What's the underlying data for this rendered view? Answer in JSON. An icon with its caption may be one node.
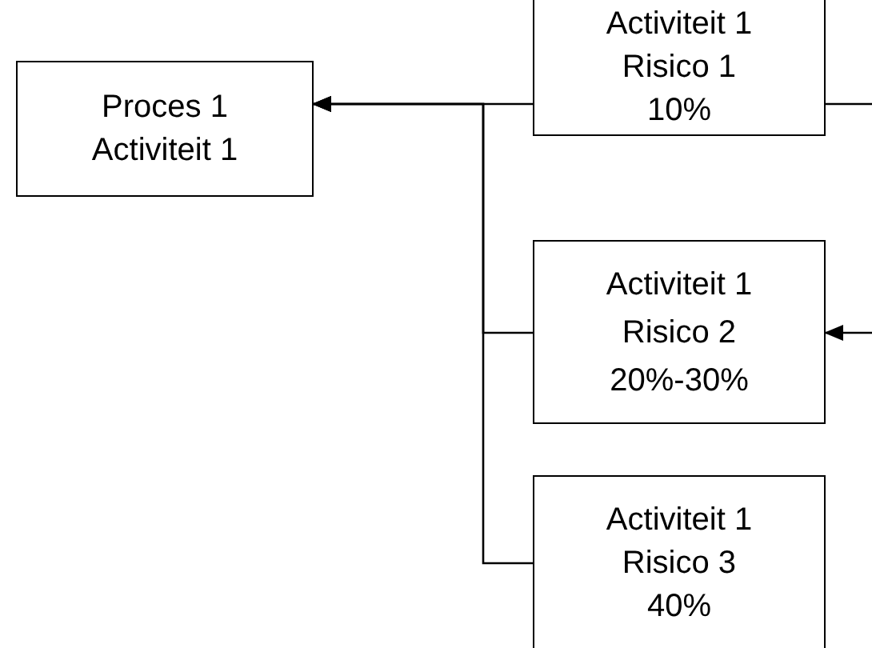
{
  "diagram": {
    "nodes": [
      {
        "text": [
          "Proces 1",
          "Activiteit 1"
        ]
      },
      {
        "text": [
          "Activiteit 1",
          "Risico 1",
          "10%"
        ]
      },
      {
        "text": [
          "Activiteit 1",
          "Risico 2",
          "20%-30%"
        ]
      },
      {
        "text": [
          "Activiteit 1",
          "Risico 3",
          "40%"
        ]
      }
    ],
    "edges": [
      {
        "from": 1,
        "to": 0,
        "arrow": "to"
      },
      {
        "from": 2,
        "to": 0,
        "arrow": "to"
      },
      {
        "from": 3,
        "to": 0,
        "arrow": "to"
      },
      {
        "from": 1,
        "to": null,
        "arrow": "none"
      },
      {
        "from": null,
        "to": 2,
        "arrow": "to"
      }
    ]
  }
}
